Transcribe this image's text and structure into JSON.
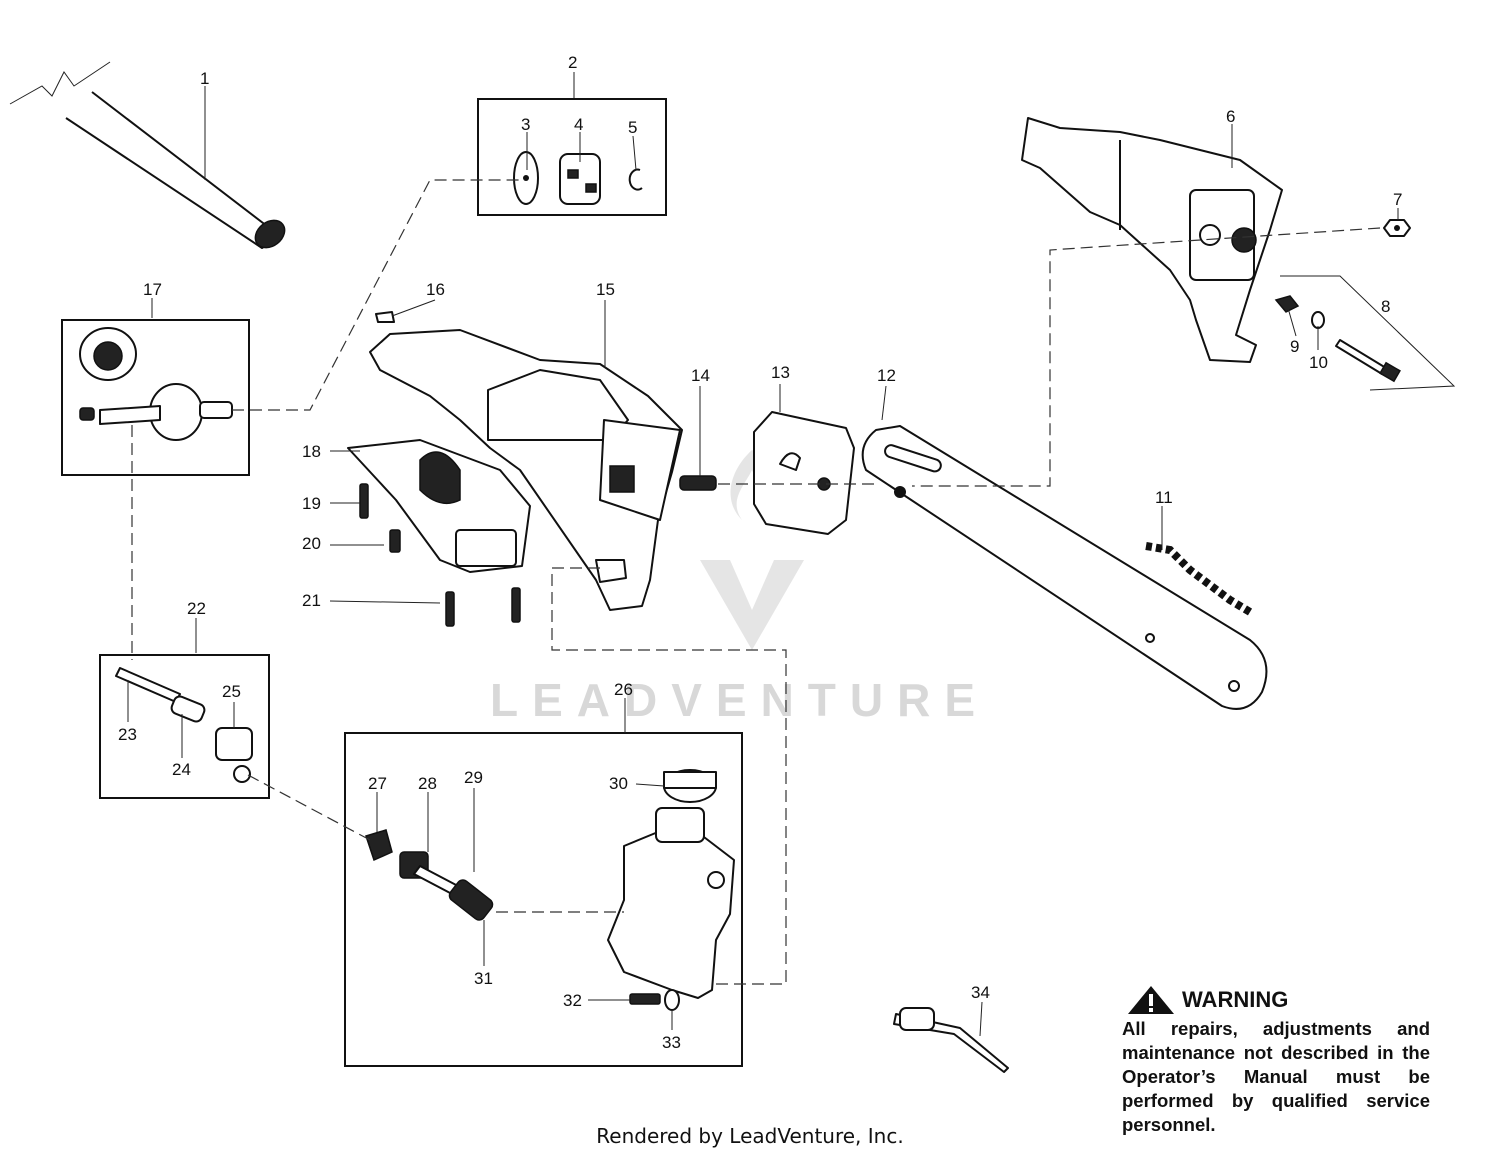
{
  "labels": [
    {
      "id": "1",
      "text": "1"
    },
    {
      "id": "2",
      "text": "2"
    },
    {
      "id": "3",
      "text": "3"
    },
    {
      "id": "4",
      "text": "4"
    },
    {
      "id": "5",
      "text": "5"
    },
    {
      "id": "6",
      "text": "6"
    },
    {
      "id": "7",
      "text": "7"
    },
    {
      "id": "8",
      "text": "8"
    },
    {
      "id": "9",
      "text": "9"
    },
    {
      "id": "10",
      "text": "10"
    },
    {
      "id": "11",
      "text": "11"
    },
    {
      "id": "12",
      "text": "12"
    },
    {
      "id": "13",
      "text": "13"
    },
    {
      "id": "14",
      "text": "14"
    },
    {
      "id": "15",
      "text": "15"
    },
    {
      "id": "16",
      "text": "16"
    },
    {
      "id": "17",
      "text": "17"
    },
    {
      "id": "18",
      "text": "18"
    },
    {
      "id": "19",
      "text": "19"
    },
    {
      "id": "20",
      "text": "20"
    },
    {
      "id": "21",
      "text": "21"
    },
    {
      "id": "22",
      "text": "22"
    },
    {
      "id": "23",
      "text": "23"
    },
    {
      "id": "24",
      "text": "24"
    },
    {
      "id": "25",
      "text": "25"
    },
    {
      "id": "26",
      "text": "26"
    },
    {
      "id": "27",
      "text": "27"
    },
    {
      "id": "28",
      "text": "28"
    },
    {
      "id": "29",
      "text": "29"
    },
    {
      "id": "30",
      "text": "30"
    },
    {
      "id": "31",
      "text": "31"
    },
    {
      "id": "32",
      "text": "32"
    },
    {
      "id": "33",
      "text": "33"
    },
    {
      "id": "34",
      "text": "34"
    }
  ],
  "watermark": {
    "text": "LEADVENTURE"
  },
  "warning": {
    "title": "WARNING",
    "body": "All repairs, adjustments and maintenance not described in the Operator’s Manual must be performed by qualified service personnel."
  },
  "footer": "Rendered by LeadVenture, Inc."
}
